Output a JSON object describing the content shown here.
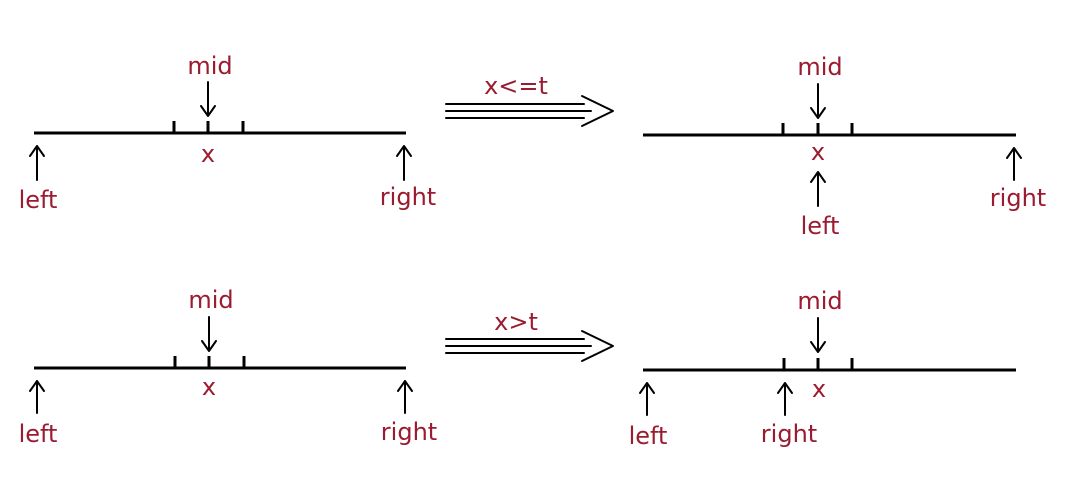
{
  "labels": {
    "mid": "mid",
    "x": "x",
    "left": "left",
    "right": "right"
  },
  "transitions": {
    "top": "x<=t",
    "bottom": "x>t"
  }
}
